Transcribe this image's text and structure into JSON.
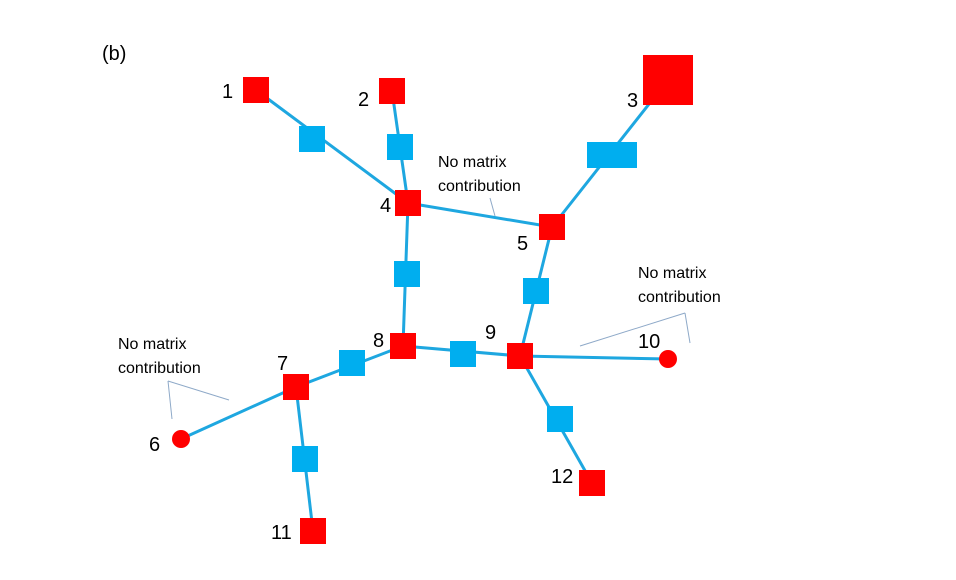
{
  "panel_label": "(b)",
  "note_lines": [
    "No matrix",
    "contribution"
  ],
  "colors": {
    "node": "#ff0000",
    "edge": "#1ea7e0",
    "connector": "#00aeef",
    "pointer": "#8ea9c8",
    "text": "#000000"
  },
  "nodes": [
    {
      "id": "1",
      "label": "1",
      "shape": "square"
    },
    {
      "id": "2",
      "label": "2",
      "shape": "square"
    },
    {
      "id": "3",
      "label": "3",
      "shape": "square-large"
    },
    {
      "id": "4",
      "label": "4",
      "shape": "square"
    },
    {
      "id": "5",
      "label": "5",
      "shape": "square"
    },
    {
      "id": "6",
      "label": "6",
      "shape": "circle"
    },
    {
      "id": "7",
      "label": "7",
      "shape": "square"
    },
    {
      "id": "8",
      "label": "8",
      "shape": "square"
    },
    {
      "id": "9",
      "label": "9",
      "shape": "square"
    },
    {
      "id": "10",
      "label": "10",
      "shape": "circle"
    },
    {
      "id": "11",
      "label": "11",
      "shape": "square"
    },
    {
      "id": "12",
      "label": "12",
      "shape": "square"
    }
  ],
  "edges": [
    {
      "from": "1",
      "to": "4"
    },
    {
      "from": "2",
      "to": "4"
    },
    {
      "from": "3",
      "to": "5"
    },
    {
      "from": "4",
      "to": "5"
    },
    {
      "from": "4",
      "to": "8"
    },
    {
      "from": "5",
      "to": "9"
    },
    {
      "from": "8",
      "to": "9"
    },
    {
      "from": "8",
      "to": "7"
    },
    {
      "from": "7",
      "to": "6"
    },
    {
      "from": "7",
      "to": "11"
    },
    {
      "from": "9",
      "to": "10"
    },
    {
      "from": "9",
      "to": "12"
    }
  ],
  "annotations": [
    {
      "id": "note-4-5"
    },
    {
      "id": "note-9-10"
    },
    {
      "id": "note-7-6"
    }
  ]
}
